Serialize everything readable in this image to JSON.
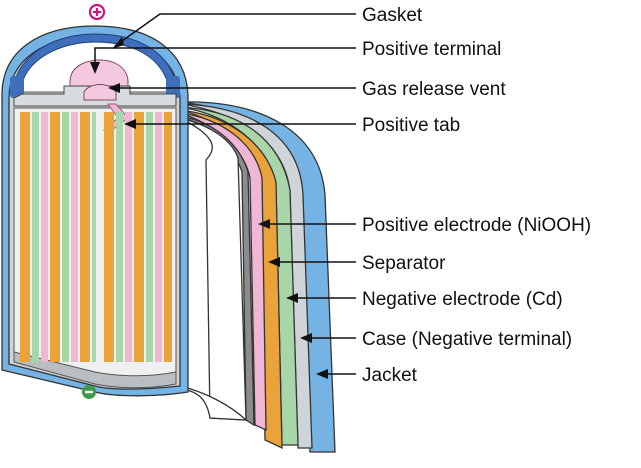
{
  "colors": {
    "jacket": "#74b3e3",
    "case": "#cfd4d8",
    "negative_electrode": "#a9d6a9",
    "separator": "#f1b6d4",
    "positive_electrode": "#eaa23a",
    "positive_tab": "#f1b6d4",
    "gasket": "#3f6fba",
    "positive_symbol": "#d0137e",
    "negative_symbol": "#3a9a48"
  },
  "symbols": {
    "positive": "+",
    "negative": "−"
  },
  "labels": [
    {
      "id": "gasket",
      "text": "Gasket"
    },
    {
      "id": "positive-terminal",
      "text": "Positive terminal"
    },
    {
      "id": "gas-release-vent",
      "text": "Gas release vent"
    },
    {
      "id": "positive-tab",
      "text": "Positive tab"
    },
    {
      "id": "positive-electrode",
      "text": "Positive electrode (NiOOH)"
    },
    {
      "id": "separator",
      "text": "Separator"
    },
    {
      "id": "negative-electrode",
      "text": "Negative electrode (Cd)"
    },
    {
      "id": "case",
      "text": "Case (Negative terminal)"
    },
    {
      "id": "jacket",
      "text": "Jacket"
    }
  ]
}
